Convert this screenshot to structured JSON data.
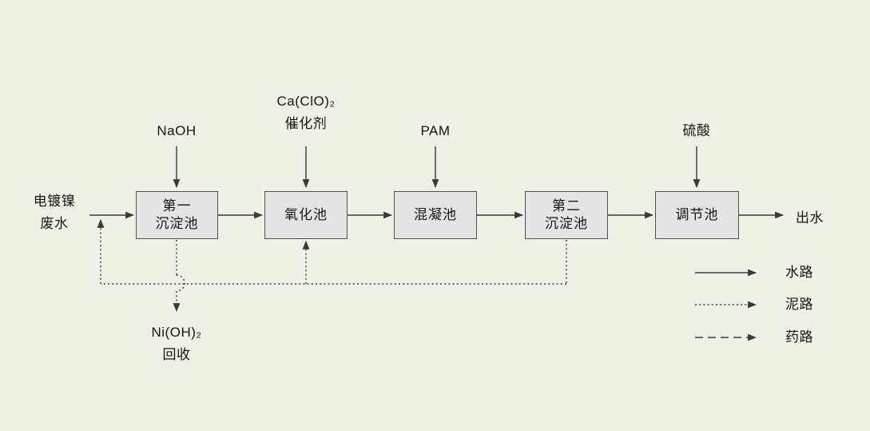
{
  "colors": {
    "background": "#edf1e6",
    "box_fill": "#e4e4e4",
    "box_border": "#4f4f4f",
    "line": "#3a3a3a",
    "text": "#161616"
  },
  "diagram": {
    "inlet": {
      "line1": "电镀镍",
      "line2": "废水"
    },
    "outlet": {
      "label": "出水"
    },
    "boxes": [
      {
        "lines": [
          "第一",
          "沉淀池"
        ]
      },
      {
        "lines": [
          "氧化池"
        ]
      },
      {
        "lines": [
          "混凝池"
        ]
      },
      {
        "lines": [
          "第二",
          "沉淀池"
        ]
      },
      {
        "lines": [
          "调节池"
        ]
      }
    ],
    "dosing": [
      {
        "lines": [
          "NaOH"
        ]
      },
      {
        "lines": [
          "Ca(ClO)₂",
          "催化剂"
        ]
      },
      {
        "lines": [
          "PAM"
        ]
      },
      {
        "lines": [
          "硫酸"
        ]
      }
    ],
    "recovery": {
      "line1": "Ni(OH)₂",
      "line2": "回收"
    },
    "legend": [
      {
        "label": "水路",
        "line_style": "solid"
      },
      {
        "label": "泥路",
        "line_style": "dotted"
      },
      {
        "label": "药路",
        "line_style": "dashed"
      }
    ]
  }
}
